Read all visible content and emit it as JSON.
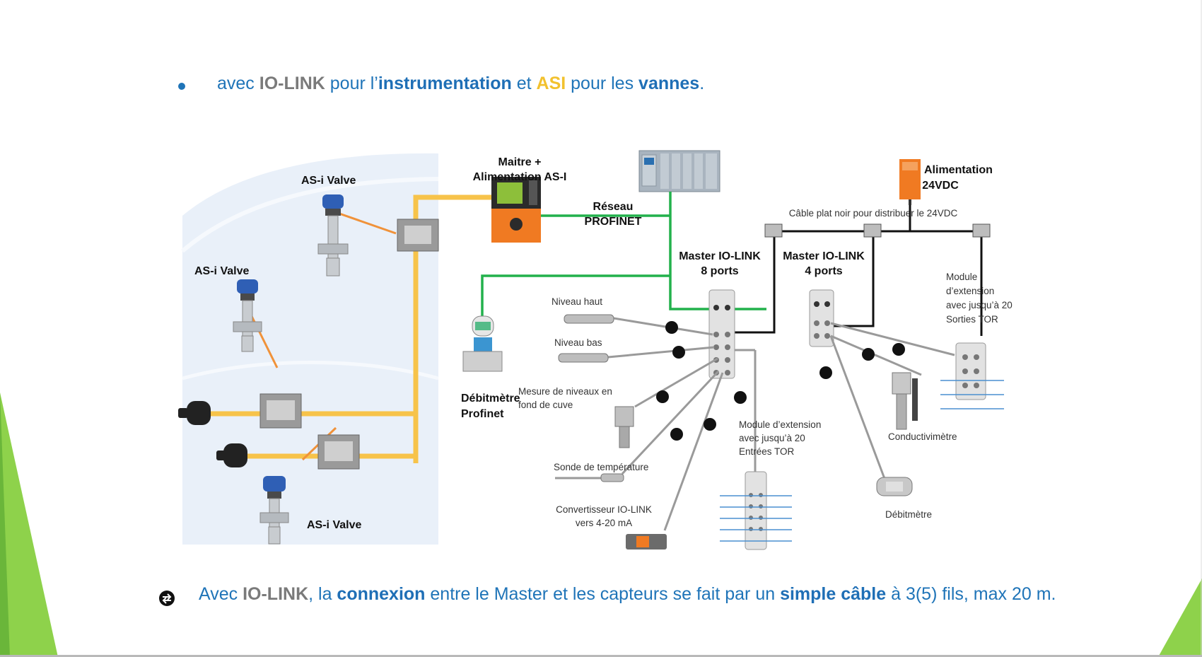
{
  "top_bullet": {
    "p1": "avec ",
    "io_link": "IO-LINK",
    "p2": " pour l’",
    "instrumentation": "instrumentation",
    "p3": " et ",
    "asi": "ASI",
    "p4": " pour les ",
    "vannes": "vannes",
    "p5": "."
  },
  "bottom_bullet": {
    "p1": "Avec ",
    "io_link": "IO-LINK",
    "p2": ", la ",
    "connexion": "connexion",
    "p3": " entre le Master et les capteurs se fait par un ",
    "simple_cable": "simple câble",
    "p4": " à 3(5) fils, max 20 m."
  },
  "diagram": {
    "asi_valve_1": "AS-i Valve",
    "asi_valve_2": "AS-i Valve",
    "asi_valve_3": "AS-i Valve",
    "maitre_line1": "Maitre +",
    "maitre_line2": "Alimentation AS-I",
    "reseau_line1": "Réseau",
    "reseau_line2": "PROFINET",
    "alim_line1": "Alimentation",
    "alim_line2": "24VDC",
    "cable_plat": "Câble plat noir pour distribuer le 24VDC",
    "master8_line1": "Master IO-LINK",
    "master8_line2": "8 ports",
    "master4_line1": "Master IO-LINK",
    "master4_line2": "4 ports",
    "module_sorties_l1": "Module",
    "module_sorties_l2": "d’extension",
    "module_sorties_l3": "avec jusqu’à 20",
    "module_sorties_l4": "Sorties TOR",
    "niveau_haut": "Niveau haut",
    "niveau_bas": "Niveau bas",
    "mesure_l1": "Mesure de niveaux en",
    "mesure_l2": "fond de cuve",
    "debitmetre_profinet_l1": "Débitmètre",
    "debitmetre_profinet_l2": "Profinet",
    "module_entrees_l1": "Module d’extension",
    "module_entrees_l2": "avec jusqu’à 20",
    "module_entrees_l3": "Entrées TOR",
    "sonde": "Sonde de température",
    "convertisseur_l1": "Convertisseur IO-LINK",
    "convertisseur_l2": "vers 4-20 mA",
    "conductivimetre": "Conductivimètre",
    "debitmetre": "Débitmètre"
  },
  "colors": {
    "text_blue": "#1f74b8",
    "gray_bold": "#7a7a7a",
    "asi_yellow": "#f2c12e",
    "profinet_green": "#22b14c",
    "valve_cable_orange": "#f0923a",
    "slide_green": "#8ed24b"
  }
}
